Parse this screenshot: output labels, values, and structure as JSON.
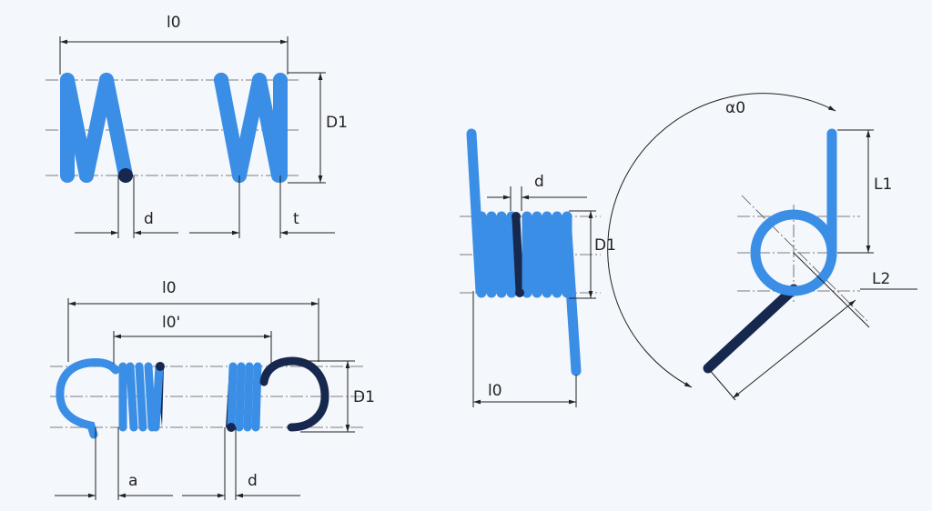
{
  "labels": {
    "comp_l0": "l0",
    "comp_D1": "D1",
    "comp_d": "d",
    "comp_t": "t",
    "ext_l0": "l0",
    "ext_l0p": "l0'",
    "ext_D1": "D1",
    "ext_a": "a",
    "ext_d": "d",
    "tor_d": "d",
    "tor_D1": "D1",
    "tor_l0": "l0",
    "leg_alpha": "α0",
    "leg_L1": "L1",
    "leg_L2": "L2"
  },
  "colors": {
    "spring": "#3a8ee6",
    "spring_dark": "#17284f",
    "background": "#f4f7fb",
    "dimension": "#222222"
  }
}
